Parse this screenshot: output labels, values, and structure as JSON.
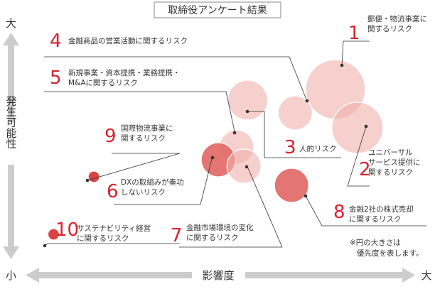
{
  "title": "取締役アンケート結果",
  "axes": {
    "y_label": "発生可能性",
    "y_high": "大",
    "y_low": "小",
    "x_label": "影響度",
    "x_high": "大"
  },
  "note": [
    "※円の大きさは",
    "優先度を表します。"
  ],
  "risks": [
    {
      "id": 1,
      "number": "1",
      "label": [
        "郵便・物流事業に",
        "関するリスク"
      ],
      "impact": 0.8,
      "likelihood": 0.73,
      "priority": 5
    },
    {
      "id": 2,
      "number": "2",
      "label": [
        "ユニバーサル",
        "サービス提供に",
        "関するリスク"
      ],
      "impact": 0.86,
      "likelihood": 0.55,
      "priority": 4
    },
    {
      "id": 3,
      "number": "3",
      "label": [
        "人的リスク"
      ],
      "impact": 0.69,
      "likelihood": 0.62,
      "priority": 2
    },
    {
      "id": 4,
      "number": "4",
      "label": [
        "金融商品の営業活動に関するリスク"
      ],
      "impact": 0.56,
      "likelihood": 0.68,
      "priority": 3
    },
    {
      "id": 5,
      "number": "5",
      "label": [
        "新規事業・資本提携・業務提携・",
        "M&Aに関するリスク"
      ],
      "impact": 0.53,
      "likelihood": 0.46,
      "priority": 2
    },
    {
      "id": 6,
      "number": "6",
      "label": [
        "DXの取組みが奏功",
        "しないリスク"
      ],
      "impact": 0.48,
      "likelihood": 0.4,
      "priority": 2
    },
    {
      "id": 7,
      "number": "7",
      "label": [
        "金融市場環境の変化",
        "に関するリスク"
      ],
      "impact": 0.55,
      "likelihood": 0.37,
      "priority": 2
    },
    {
      "id": 8,
      "number": "8",
      "label": [
        "金融2社の株式売却",
        "に関するリスク"
      ],
      "impact": 0.68,
      "likelihood": 0.28,
      "priority": 2
    },
    {
      "id": 9,
      "number": "9",
      "label": [
        "国際物流事業に",
        "関するリスク"
      ],
      "impact": 0.14,
      "likelihood": 0.32,
      "priority": 1
    },
    {
      "id": 10,
      "number": "10",
      "label": [
        "サステナビリティ経営",
        "に関するリスク"
      ],
      "impact": 0.03,
      "likelihood": 0.05,
      "priority": 1
    }
  ],
  "colors": {
    "accent": "#d9222e",
    "bubble_fill": "#f0b0ac",
    "arrow": "#cccccc",
    "leader": "#333333"
  }
}
